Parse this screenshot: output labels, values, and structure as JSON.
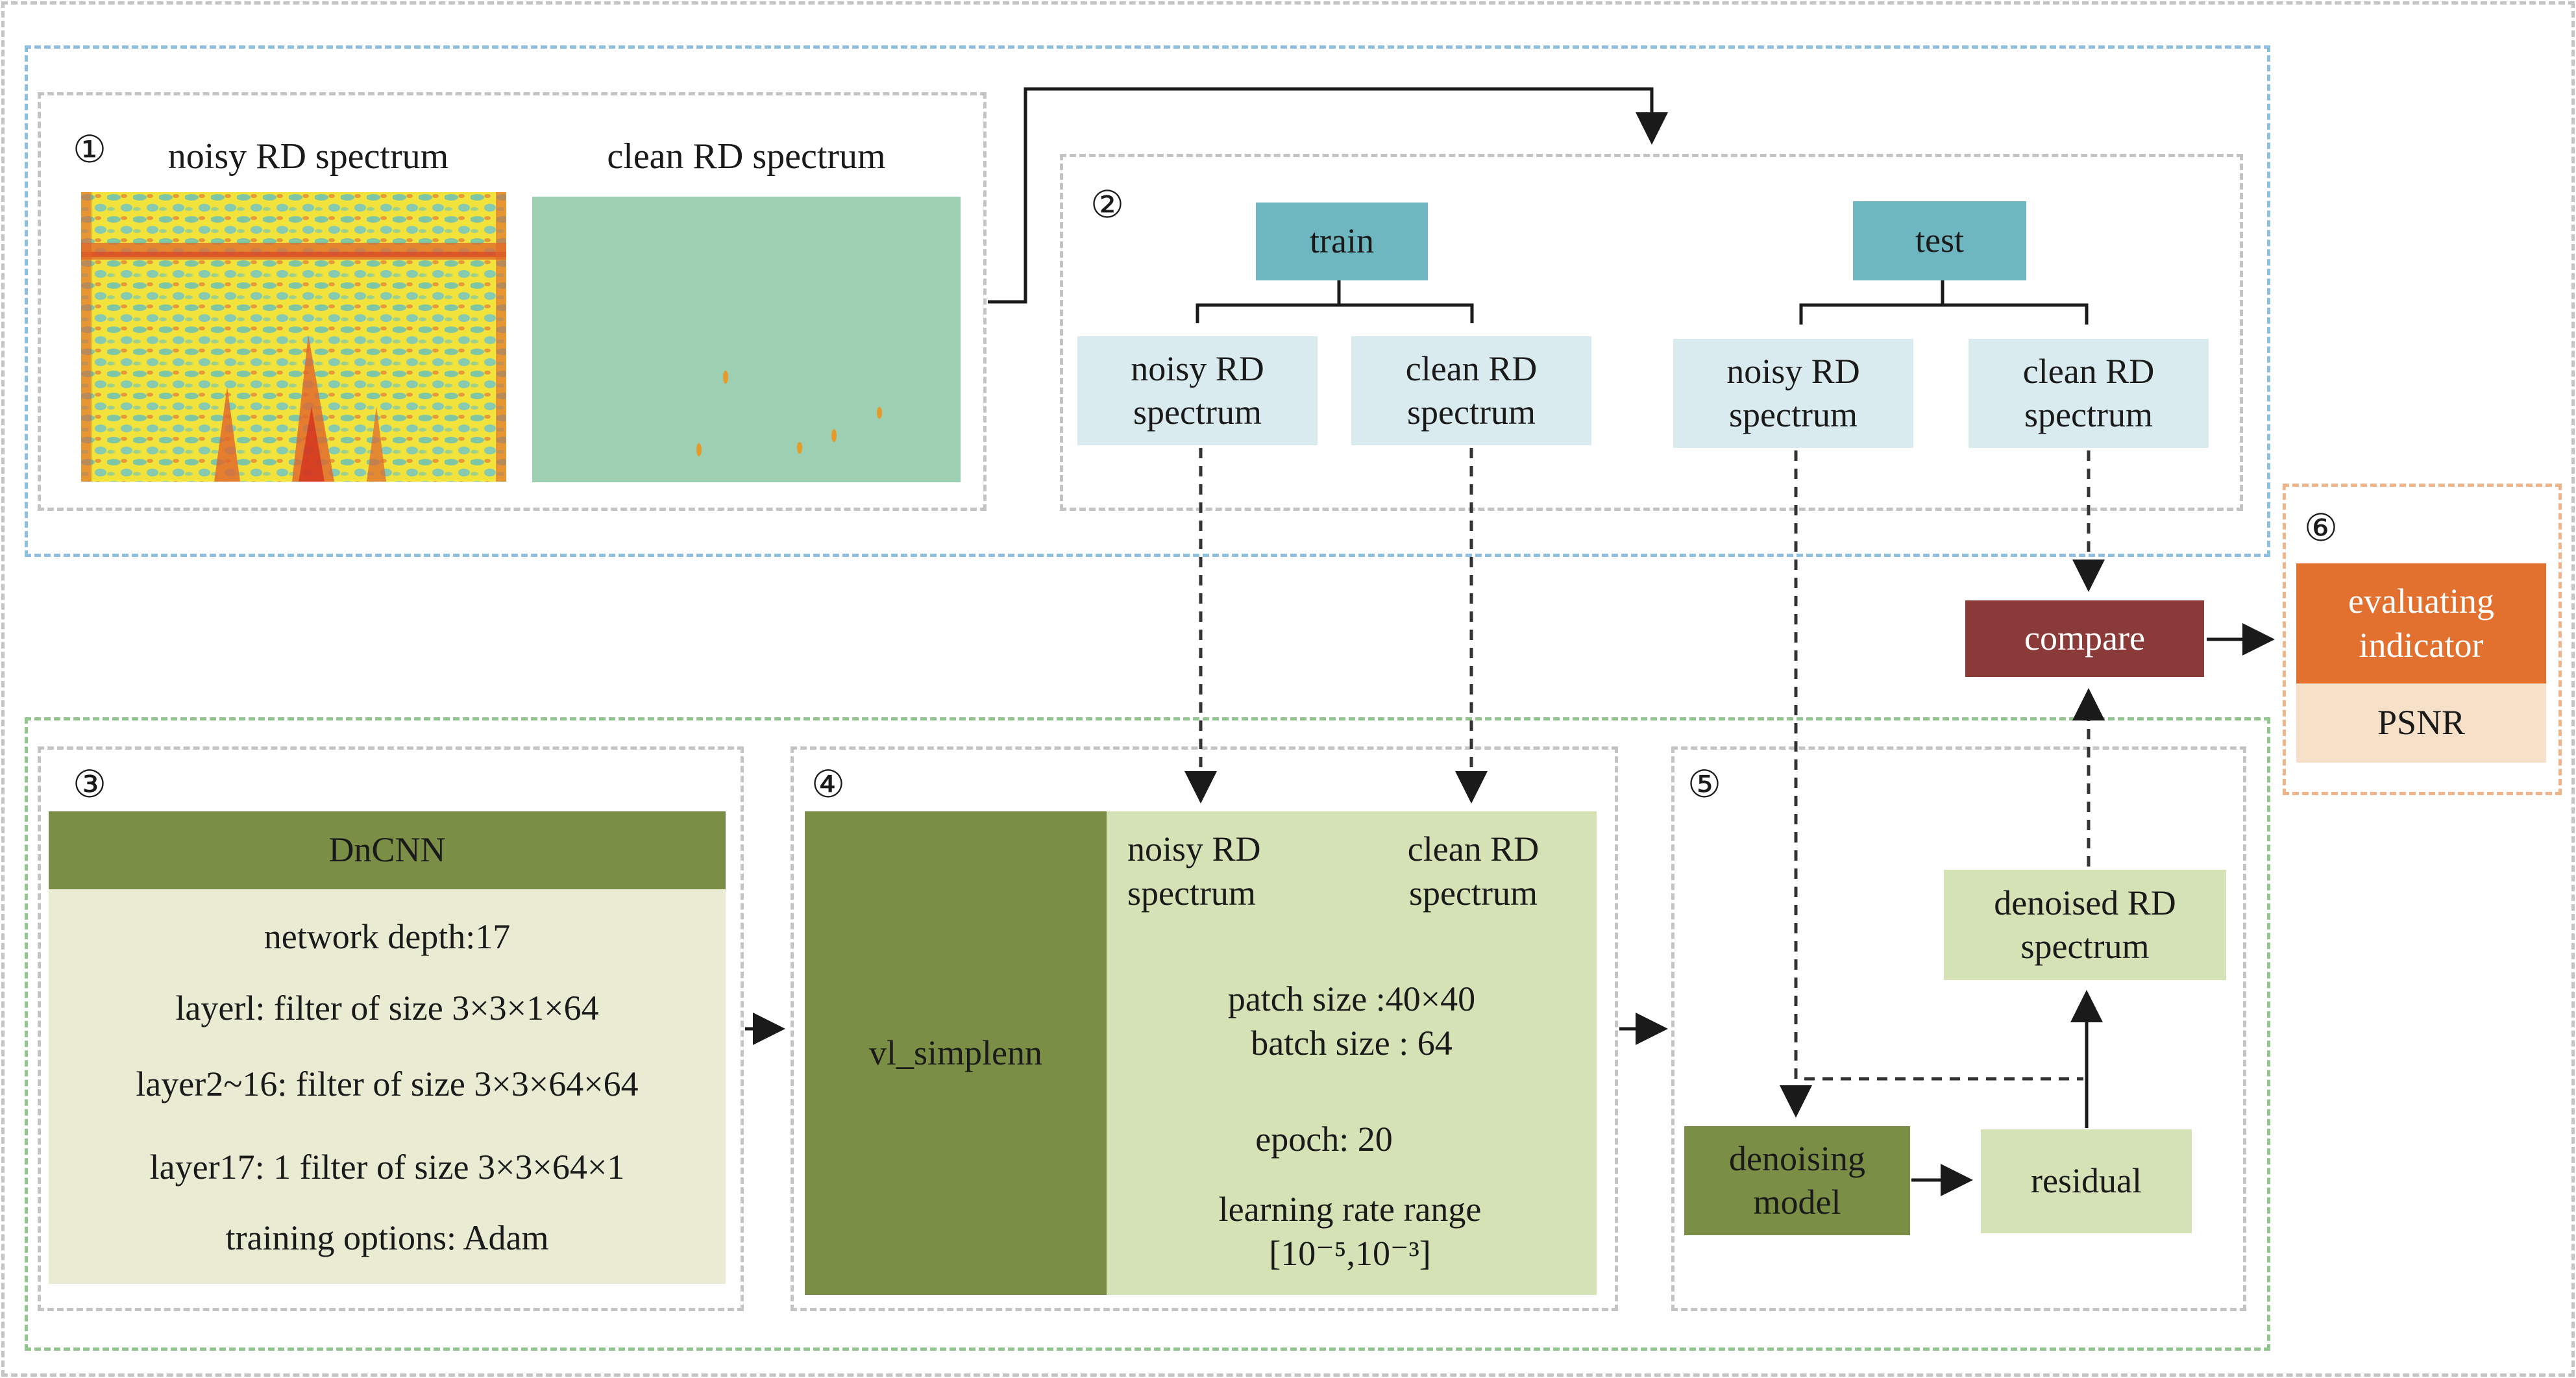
{
  "panel1": {
    "number": "①",
    "noisy_label": "noisy RD spectrum",
    "clean_label": "clean RD spectrum"
  },
  "panel2": {
    "number": "②",
    "train": "train",
    "test": "test",
    "train_noisy": "noisy RD\nspectrum",
    "train_clean": "clean RD\nspectrum",
    "test_noisy": "noisy RD\nspectrum",
    "test_clean": "clean RD\nspectrum"
  },
  "panel3": {
    "number": "③",
    "title": "DnCNN",
    "lines": [
      "network depth:17",
      "layerl: filter of size 3×3×1×64",
      "layer2~16: filter of size 3×3×64×64",
      "layer17: 1 filter of size 3×3×64×1",
      "training options: Adam"
    ]
  },
  "panel4": {
    "number": "④",
    "left_label": "vl_simplenn",
    "noisy": "noisy RD\nspectrum",
    "clean": "clean RD\nspectrum",
    "patch": "patch size :40×40\nbatch size : 64",
    "epoch": "epoch: 20",
    "lr": "learning rate range\n[10⁻⁵,10⁻³]"
  },
  "panel5": {
    "number": "⑤",
    "denoised": "denoised RD\nspectrum",
    "denoising_model": "denoising\nmodel",
    "residual": "residual"
  },
  "compare": "compare",
  "panel6": {
    "number": "⑥",
    "indicator": "evaluating\nindicator",
    "psnr": "PSNR"
  },
  "colors": {
    "teal": "#6fb7c0",
    "olive": "#7b8e45",
    "maroon": "#8b3a3a",
    "orange": "#e2702f"
  }
}
